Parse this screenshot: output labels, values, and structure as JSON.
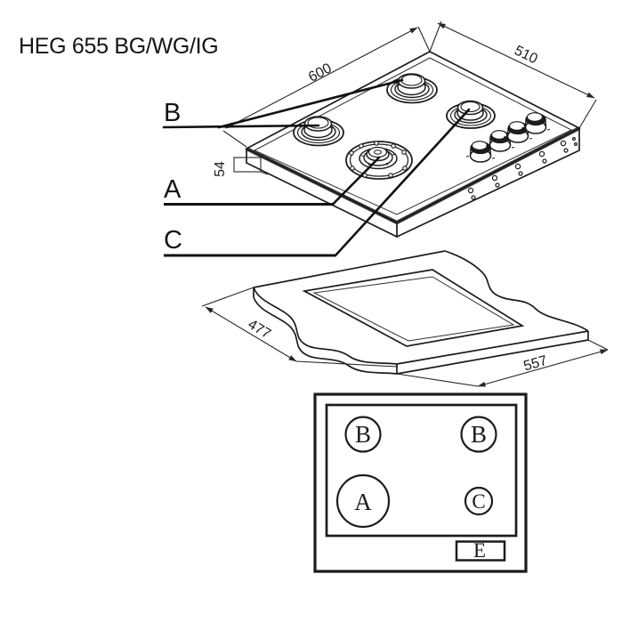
{
  "title": "HEG 655 BG/WG/IG",
  "colors": {
    "line": "#1c1c1c",
    "edge_band": "#3c3c3c",
    "background": "#ffffff"
  },
  "iso_view": {
    "dims": {
      "width": "600",
      "depth": "510",
      "height": "54"
    },
    "callouts": {
      "semi_rapid": "B",
      "rapid": "A",
      "auxiliary": "C"
    }
  },
  "cutout_view": {
    "dims": {
      "depth": "477",
      "width": "557"
    }
  },
  "schematic": {
    "rear_left": "B",
    "rear_right": "B",
    "front_left": "A",
    "front_right": "C",
    "control_panel": "E"
  }
}
